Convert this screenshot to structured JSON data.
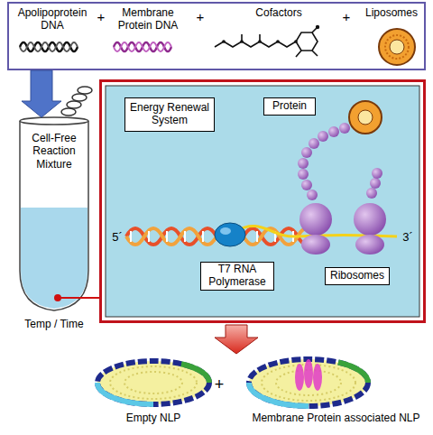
{
  "diagram": {
    "nodes": [
      {
        "text": [
          "Apolipoprotein DNA",
          "+",
          "Membrane Protein DNA",
          "+",
          "Cofactors",
          "+",
          "Liposomes"
        ]
      },
      {
        "text": [
          "Cell-Free Reaction Mixture",
          "Temp / Time"
        ]
      },
      {
        "text": [
          "5´",
          "3´"
        ]
      },
      {
        "text": [
          "Energy Renewal System"
        ],
        "in": 2
      },
      {
        "text": [
          "Protein"
        ],
        "in": 2
      },
      {
        "text": [
          "T7 RNA Polymerase"
        ],
        "in": 2
      },
      {
        "text": [
          "Ribosomes"
        ],
        "in": 2
      },
      {
        "text": [
          "Empty NLP"
        ]
      },
      {
        "text": [
          "Membrane Protein associated NLP"
        ]
      }
    ],
    "edges": [
      {
        "from": 0,
        "to": 1,
        "arrow": "to"
      },
      {
        "from": 1,
        "to": 2,
        "arrow": "none"
      }
    ],
    "labels": [
      "+"
    ]
  }
}
